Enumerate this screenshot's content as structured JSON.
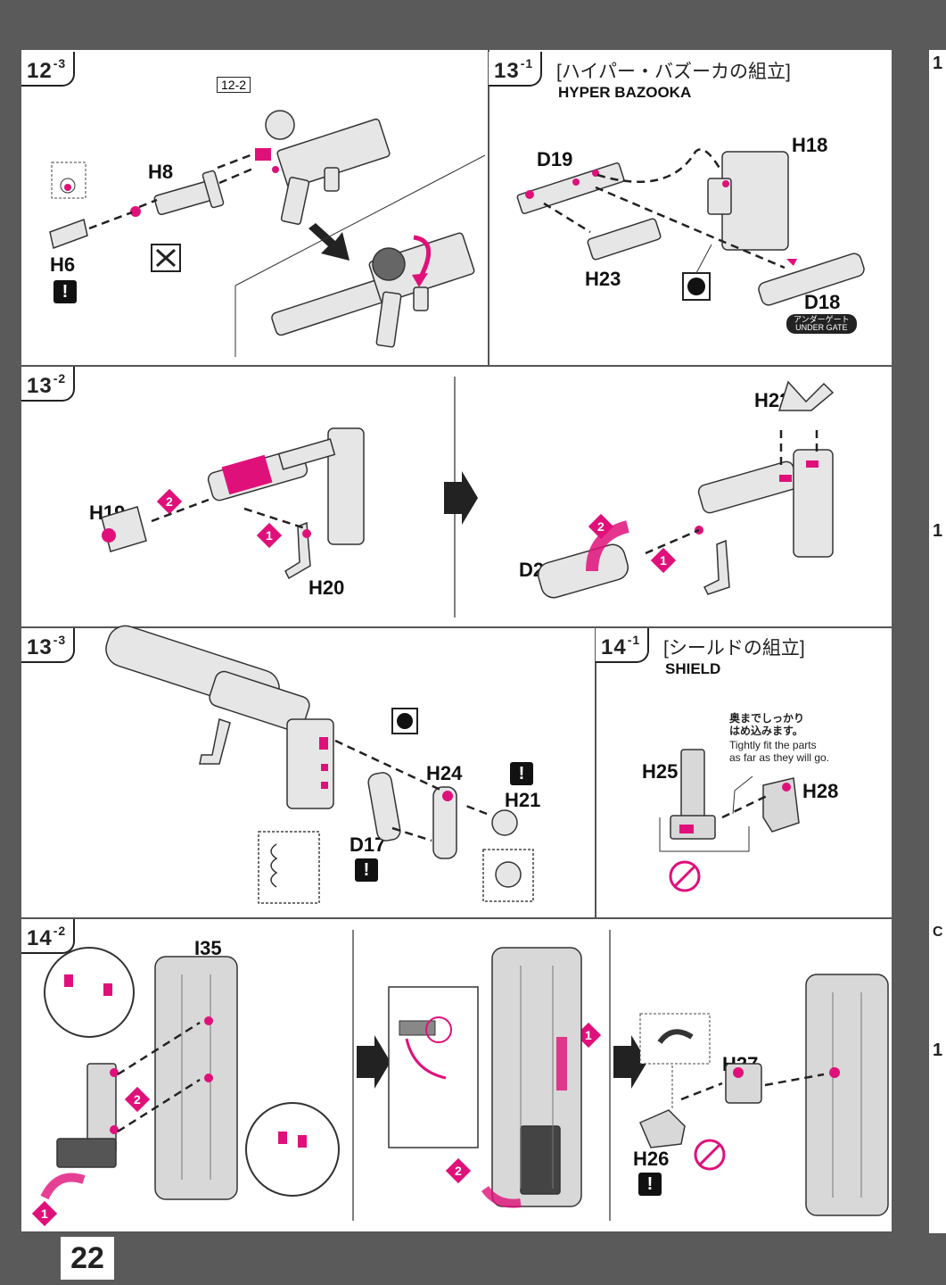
{
  "page_number": "22",
  "steps": {
    "s12_3": {
      "label": "12",
      "sub": "-3",
      "ref": "12-2",
      "parts": [
        "H8",
        "H6"
      ]
    },
    "s13_1": {
      "label": "13",
      "sub": "-1",
      "title_jp": "[ハイパー・バズーカの組立]",
      "title_en": "HYPER BAZOOKA",
      "parts": [
        "D19",
        "H18",
        "H23",
        "D18"
      ],
      "gate_jp": "アンダーゲート",
      "gate_en": "UNDER GATE"
    },
    "s13_2": {
      "label": "13",
      "sub": "-2",
      "parts": [
        "H19",
        "H20",
        "H22",
        "D20"
      ],
      "arrows": [
        "2",
        "1",
        "2",
        "1"
      ]
    },
    "s13_3": {
      "label": "13",
      "sub": "-3",
      "parts": [
        "H24",
        "H21",
        "D17"
      ]
    },
    "s14_1": {
      "label": "14",
      "sub": "-1",
      "title_jp": "[シールドの組立]",
      "title_en": "SHIELD",
      "parts": [
        "H25",
        "H28"
      ],
      "note_jp": "奥までしっかり\nはめ込みます。",
      "note_en": "Tightly fit the parts\nas far as they will go."
    },
    "s14_2": {
      "label": "14",
      "sub": "-2",
      "parts": [
        "I35",
        "H27",
        "H26"
      ],
      "arrows": [
        "2",
        "1",
        "1",
        "2"
      ]
    }
  },
  "right_edge_steps": [
    "1",
    "1",
    "1"
  ],
  "right_edge_letter": "C",
  "warn_symbol": "!",
  "colors": {
    "accent": "#e0107a",
    "frame": "#5a5a5a",
    "part_gray": "#d8d8d8",
    "line": "#222222"
  }
}
